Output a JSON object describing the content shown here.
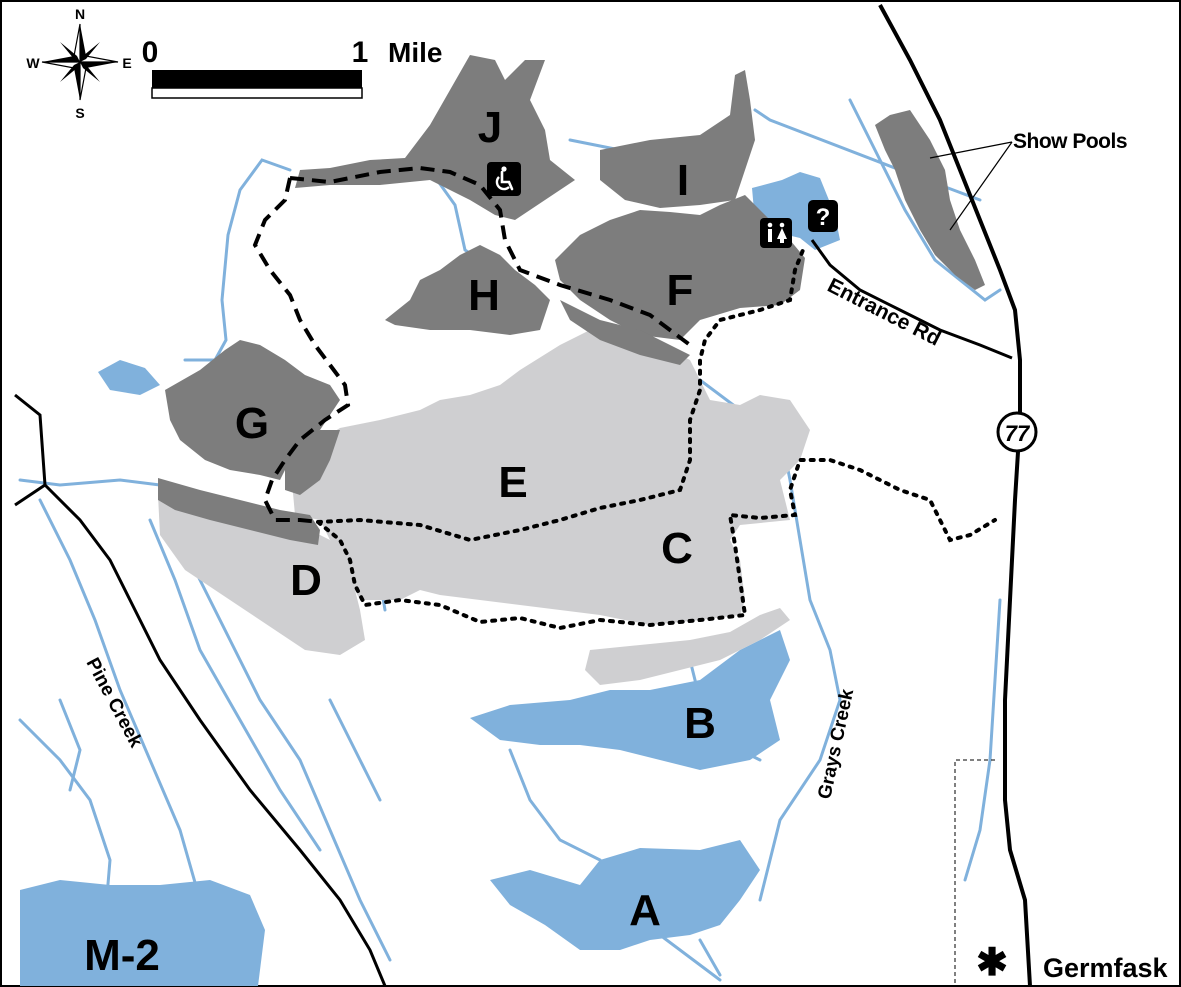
{
  "compass": {
    "north": "N",
    "south": "S",
    "east": "E",
    "west": "W"
  },
  "scale_bar": {
    "start": "0",
    "end": "1",
    "unit": "Mile"
  },
  "pools": {
    "a": "A",
    "b": "B",
    "c": "C",
    "d": "D",
    "e": "E",
    "f": "F",
    "g": "G",
    "h": "H",
    "i": "I",
    "j": "J",
    "m2": "M-2"
  },
  "labels": {
    "show_pools": "Show Pools",
    "entrance_road": "Entrance Rd",
    "pine_creek": "Pine Creek",
    "grays_creek": "Grays Creek",
    "highway": "77",
    "town": "Germfask",
    "town_marker": "✱"
  },
  "icons": [
    "wheelchair-icon",
    "info-icon",
    "restroom-icon"
  ],
  "colors": {
    "water": "#80b1dc",
    "dark_gray_pool": "#7d7d7d",
    "light_gray_pool": "#cfcfd1",
    "stream": "#80b1dc",
    "road": "#000000"
  }
}
